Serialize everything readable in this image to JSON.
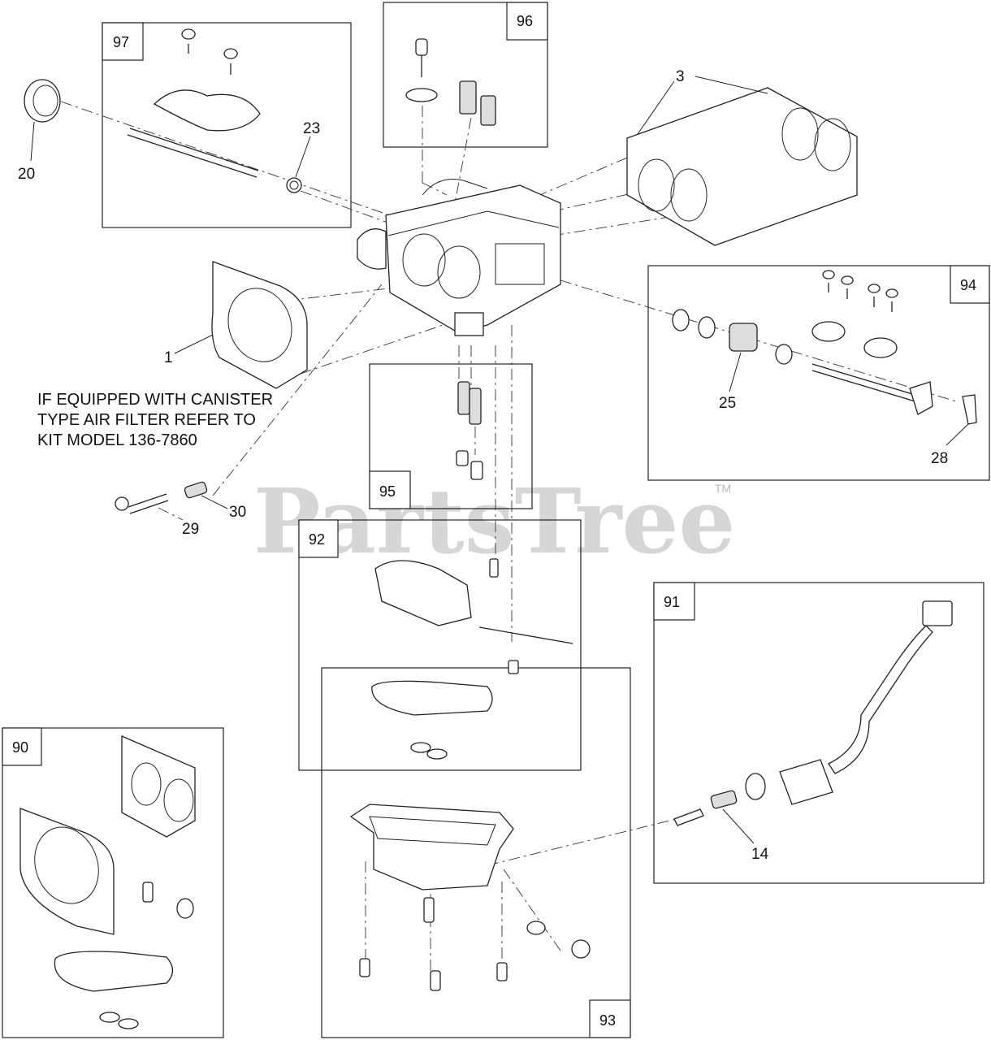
{
  "note_lines": [
    "IF EQUIPPED WITH CANISTER",
    "TYPE AIR FILTER REFER TO",
    "KIT MODEL 136-7860"
  ],
  "watermark": "PartsTree",
  "watermark_tm": "TM",
  "kit_labels": {
    "k90": "90",
    "k91": "91",
    "k92": "92",
    "k93": "93",
    "k94": "94",
    "k95": "95",
    "k96": "96",
    "k97": "97"
  },
  "callouts": {
    "c1": "1",
    "c3": "3",
    "c14": "14",
    "c20": "20",
    "c23": "23",
    "c25": "25",
    "c28": "28",
    "c29": "29",
    "c30": "30"
  }
}
